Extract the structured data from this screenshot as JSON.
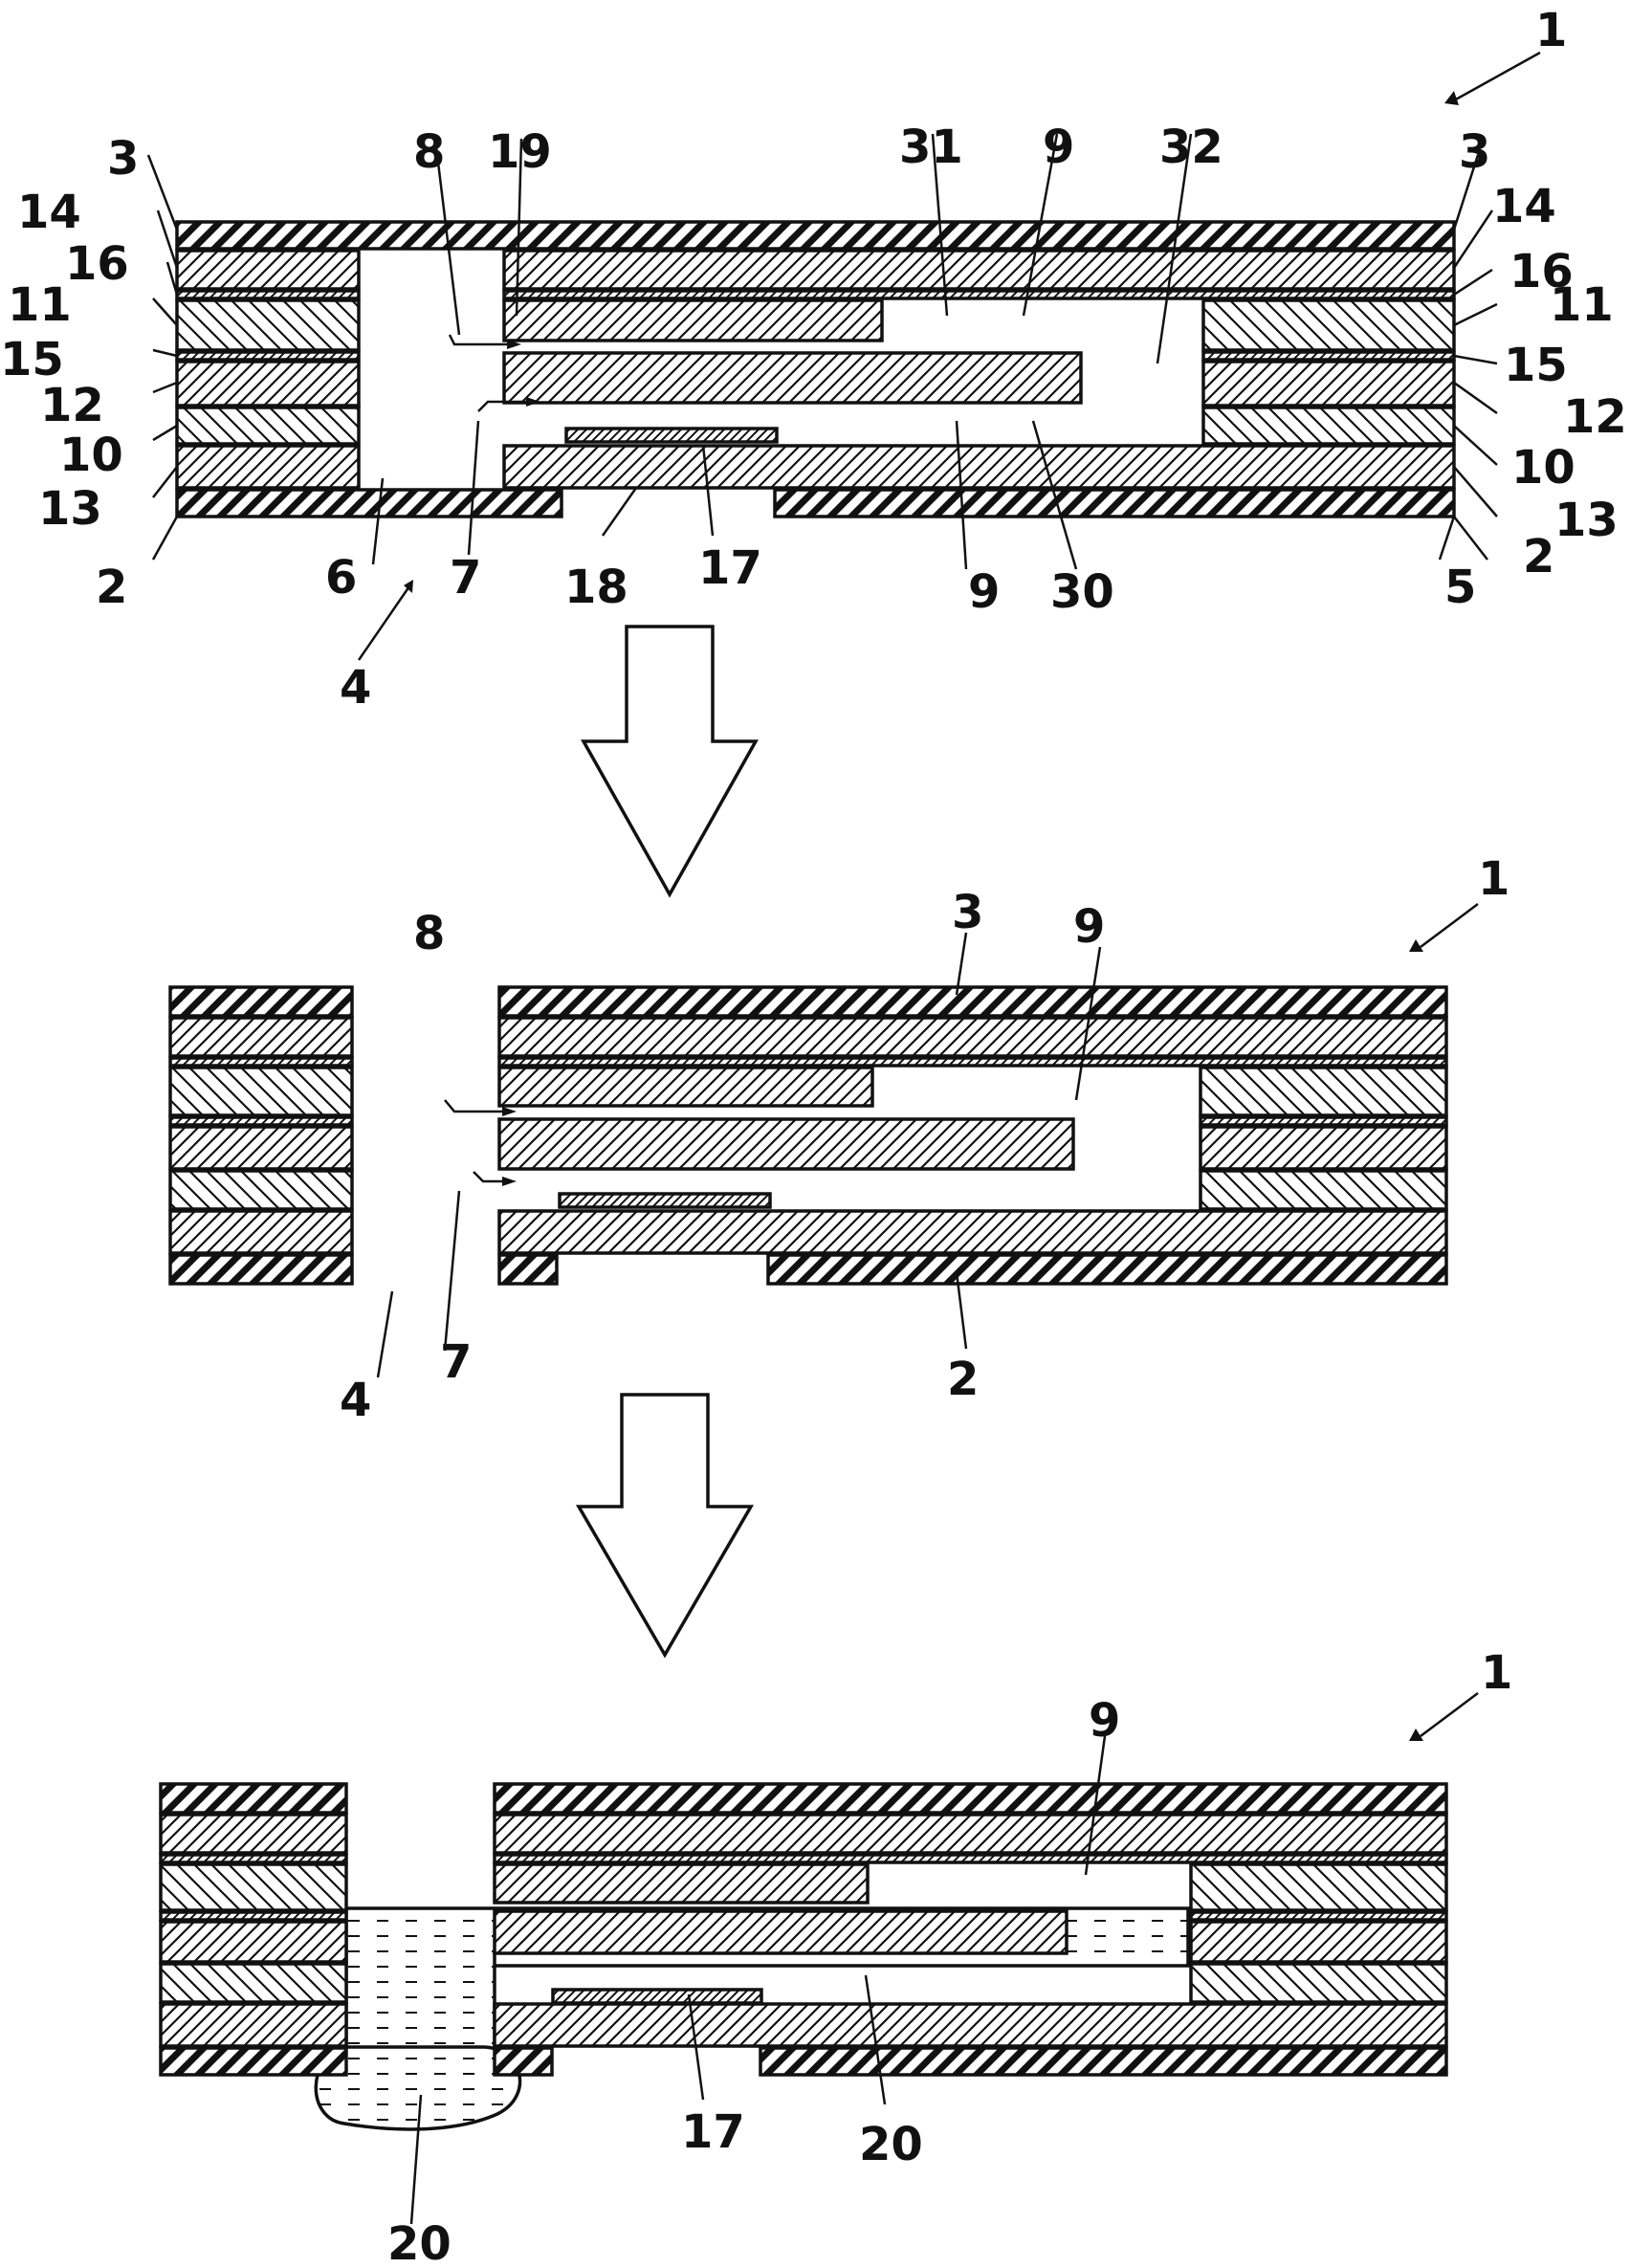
{
  "figure": {
    "panel_top": {
      "labels": {
        "l1": "1",
        "l3a": "3",
        "l3b": "3",
        "l14a": "14",
        "l14b": "14",
        "l16a": "16",
        "l16b": "16",
        "l11a": "11",
        "l11b": "11",
        "l15a": "15",
        "l15b": "15",
        "l12a": "12",
        "l12b": "12",
        "l10a": "10",
        "l10b": "10",
        "l13a": "13",
        "l13b": "13",
        "l2a": "2",
        "l2b": "2",
        "l8": "8",
        "l19": "19",
        "l31": "31",
        "l9a": "9",
        "l32": "32",
        "l6": "6",
        "l7": "7",
        "l18": "18",
        "l17": "17",
        "l9b": "9",
        "l30": "30",
        "l5": "5",
        "l4": "4"
      }
    },
    "panel_middle": {
      "labels": {
        "l1": "1",
        "l3": "3",
        "l9": "9",
        "l8": "8",
        "l7": "7",
        "l4": "4",
        "l2": "2"
      }
    },
    "panel_bottom": {
      "labels": {
        "l1": "1",
        "l9": "9",
        "l17": "17",
        "l20a": "20",
        "l20b": "20"
      }
    }
  }
}
